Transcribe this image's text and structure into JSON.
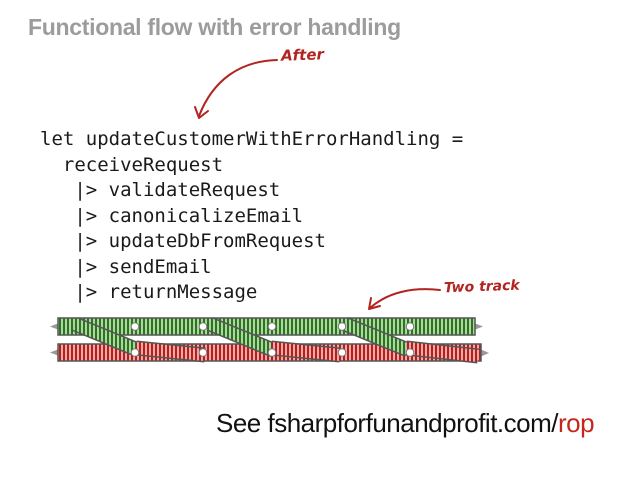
{
  "slide": {
    "title": "Functional flow with error handling",
    "code": {
      "lines": [
        "let updateCustomerWithErrorHandling =",
        "  receiveRequest",
        "   |> validateRequest",
        "   |> canonicalizeEmail",
        "   |> updateDbFromRequest",
        "   |> sendEmail",
        "   |> returnMessage"
      ]
    },
    "annotations": {
      "after_label": "After",
      "two_track_label": "Two track"
    },
    "footer": {
      "prefix": "See fsharpforfunandprofit.com/",
      "highlight": "rop"
    },
    "diagram": {
      "name": "two-track-railway",
      "tracks": [
        "success-green-top",
        "failure-red-bottom"
      ],
      "switch_count": 3
    },
    "colors": {
      "title_gray": "#9c9c9c",
      "annotation_red": "#b22420",
      "footer_highlight_red": "#c3281e",
      "code_black": "#1a1a1a",
      "track_green_fill": "#aed993",
      "track_green_tie": "#2c7030",
      "track_red_fill": "#f2a9a4",
      "track_red_tie": "#b21f1f",
      "track_border": "#555555"
    }
  }
}
